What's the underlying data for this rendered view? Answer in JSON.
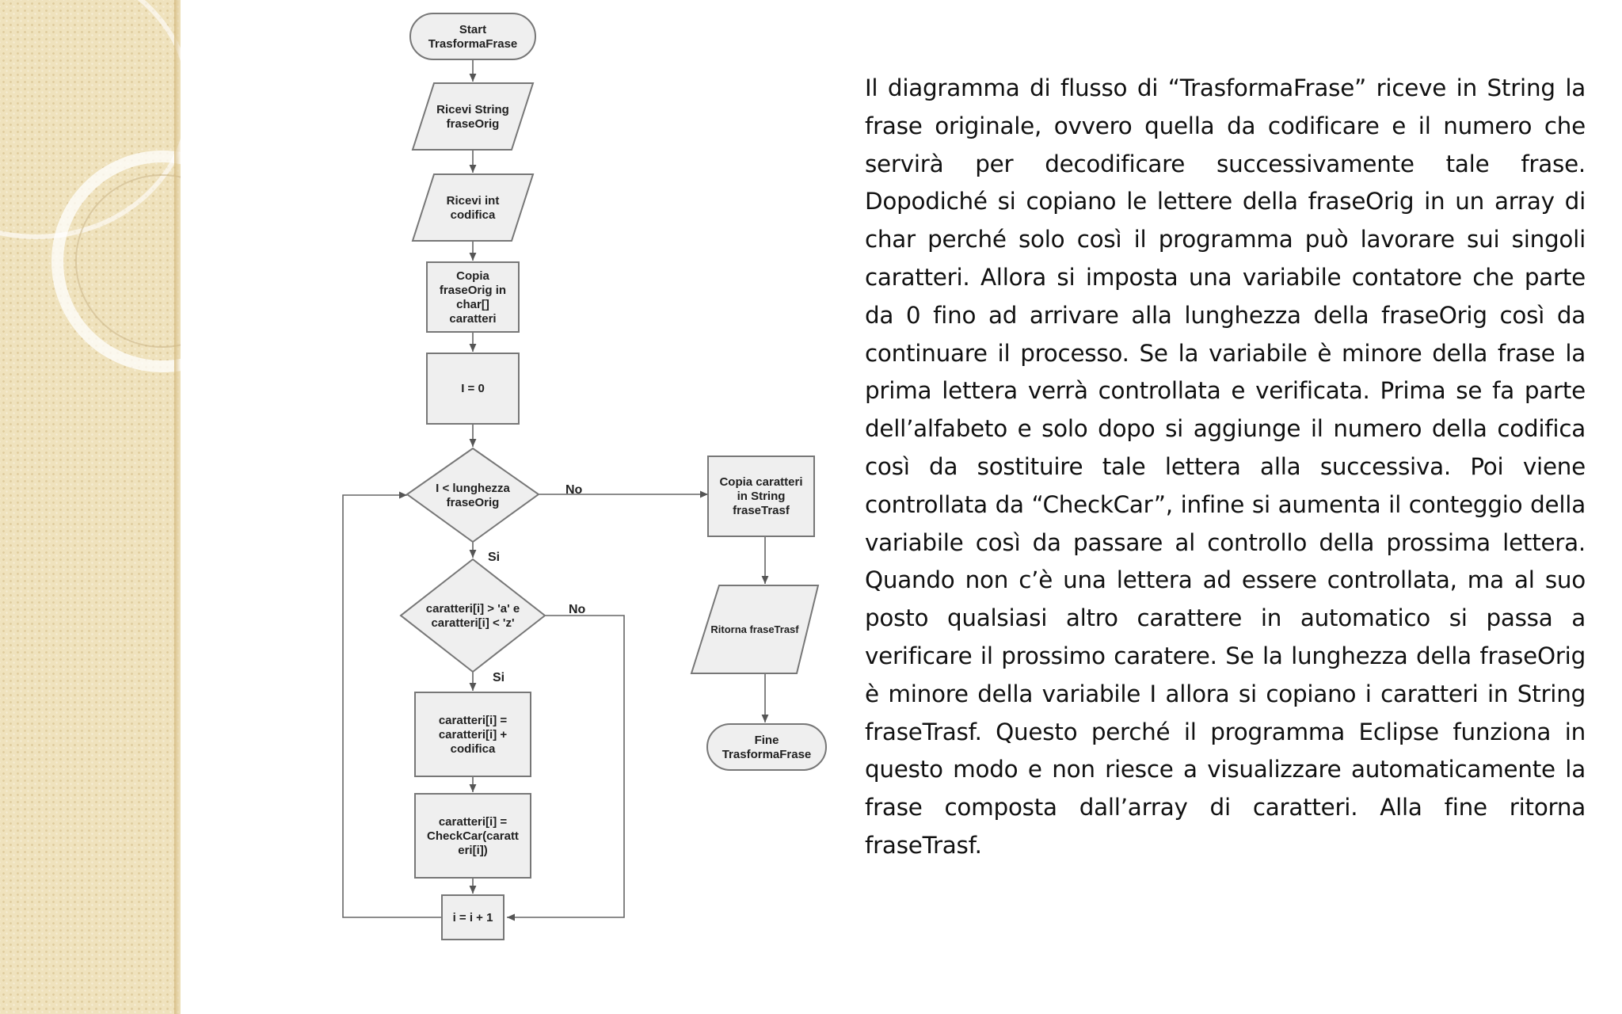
{
  "flowchart": {
    "start": [
      "Start",
      "TrasformaFrase"
    ],
    "receive_string": [
      "Ricevi String",
      "fraseOrig"
    ],
    "receive_int": [
      "Ricevi int",
      "codifica"
    ],
    "copy_to_array": [
      "Copia",
      "fraseOrig in",
      "char[]",
      "caratteri"
    ],
    "init_counter": [
      "I = 0"
    ],
    "loop_condition": [
      "I < lunghezza",
      "fraseOrig"
    ],
    "char_condition": [
      "caratteri[i] > 'a' e",
      "caratteri[i] < 'z'"
    ],
    "add_codifica": [
      "caratteri[i] =",
      "caratteri[i] +",
      "codifica"
    ],
    "check_car": [
      "caratteri[i] =",
      "CheckCar(caratt",
      "eri[i])"
    ],
    "increment": [
      "i = i + 1"
    ],
    "copy_to_string": [
      "Copia caratteri",
      "in String",
      "fraseTrasf"
    ],
    "return": [
      "Ritorna fraseTrasf"
    ],
    "end": [
      "Fine",
      "TrasformaFrase"
    ],
    "labels": {
      "loop_no": "No",
      "loop_yes": "Si",
      "char_no": "No",
      "char_yes": "Si"
    }
  },
  "description": "Il diagramma di flusso di “TrasformaFrase” riceve in String la frase originale, ovvero quella da codificare e il numero che servirà per decodificare successivamente tale frase. Dopodiché si copiano le lettere della fraseOrig in un array di char perché solo così il programma può lavorare sui singoli caratteri. Allora si imposta una variabile contatore che parte da 0 fino ad arrivare alla lunghezza della fraseOrig così da continuare il processo. Se la variabile è minore della frase la prima lettera verrà controllata e verificata. Prima se fa parte dell’alfabeto e solo dopo si aggiunge il numero della codifica così da sostituire tale lettera alla successiva. Poi viene controllata da “CheckCar”, infine si aumenta il conteggio della variabile così da passare al controllo della prossima lettera. Quando non c’è una lettera ad essere controllata, ma al suo posto qualsiasi altro carattere in automatico si passa a verificare il prossimo caratere. Se la lunghezza della fraseOrig è minore della variabile I allora si copiano i caratteri in String fraseTrasf. Questo perché il programma Eclipse funziona in questo modo e non riesce a visualizzare automaticamente la frase composta dall’array di caratteri. Alla fine ritorna fraseTrasf."
}
